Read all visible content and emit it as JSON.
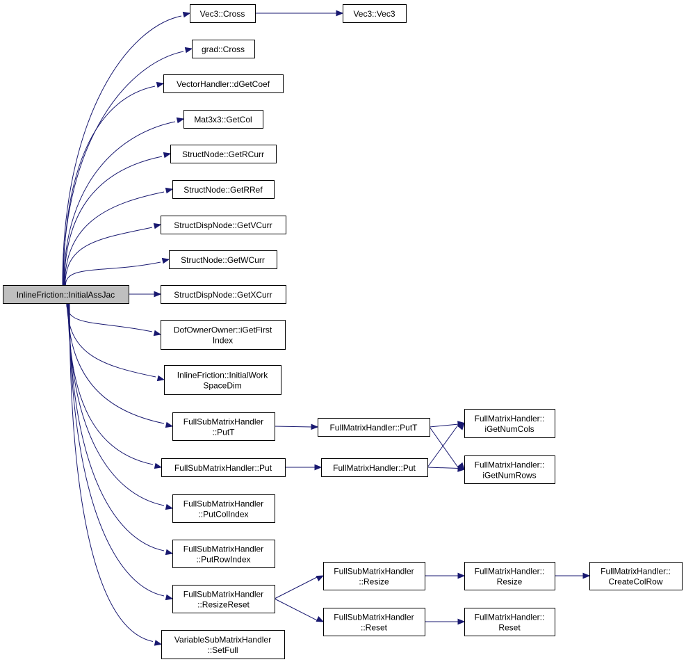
{
  "nodes": {
    "root": [
      "InlineFriction::InitialAssJac"
    ],
    "vec3_cross": [
      "Vec3::Cross"
    ],
    "vec3_vec3": [
      "Vec3::Vec3"
    ],
    "grad_cross": [
      "grad::Cross"
    ],
    "vh_dgetcoef": [
      "VectorHandler::dGetCoef"
    ],
    "mat_getcol": [
      "Mat3x3::GetCol"
    ],
    "sn_getrcurr": [
      "StructNode::GetRCurr"
    ],
    "sn_getrref": [
      "StructNode::GetRRef"
    ],
    "sdn_getvcurr": [
      "StructDispNode::GetVCurr"
    ],
    "sn_getwcurr": [
      "StructNode::GetWCurr"
    ],
    "sdn_getxcurr": [
      "StructDispNode::GetXCurr"
    ],
    "doo_igetfirst": [
      "DofOwnerOwner::iGetFirst",
      "Index"
    ],
    "if_initialwork": [
      "InlineFriction::InitialWork",
      "SpaceDim"
    ],
    "fsmh_putt": [
      "FullSubMatrixHandler",
      "::PutT"
    ],
    "fmh_putt": [
      "FullMatrixHandler::PutT"
    ],
    "fmh_igetnumcols": [
      "FullMatrixHandler::",
      "iGetNumCols"
    ],
    "fsmh_put": [
      "FullSubMatrixHandler::Put"
    ],
    "fmh_put": [
      "FullMatrixHandler::Put"
    ],
    "fmh_igetnumrows": [
      "FullMatrixHandler::",
      "iGetNumRows"
    ],
    "fsmh_putcolindex": [
      "FullSubMatrixHandler",
      "::PutColIndex"
    ],
    "fsmh_putrowindex": [
      "FullSubMatrixHandler",
      "::PutRowIndex"
    ],
    "fsmh_resizereset": [
      "FullSubMatrixHandler",
      "::ResizeReset"
    ],
    "fsmh_resize": [
      "FullSubMatrixHandler",
      "::Resize"
    ],
    "fmh_resize": [
      "FullMatrixHandler::",
      "Resize"
    ],
    "fmh_createcolrow": [
      "FullMatrixHandler::",
      "CreateColRow"
    ],
    "fsmh_reset": [
      "FullSubMatrixHandler",
      "::Reset"
    ],
    "fmh_reset": [
      "FullMatrixHandler::",
      "Reset"
    ],
    "vsmh_setfull": [
      "VariableSubMatrixHandler",
      "::SetFull"
    ]
  },
  "edges": [
    [
      "root",
      "vec3_cross"
    ],
    [
      "root",
      "grad_cross"
    ],
    [
      "root",
      "vh_dgetcoef"
    ],
    [
      "root",
      "mat_getcol"
    ],
    [
      "root",
      "sn_getrcurr"
    ],
    [
      "root",
      "sn_getrref"
    ],
    [
      "root",
      "sdn_getvcurr"
    ],
    [
      "root",
      "sn_getwcurr"
    ],
    [
      "root",
      "sdn_getxcurr"
    ],
    [
      "root",
      "doo_igetfirst"
    ],
    [
      "root",
      "if_initialwork"
    ],
    [
      "root",
      "fsmh_putt"
    ],
    [
      "root",
      "fsmh_put"
    ],
    [
      "root",
      "fsmh_putcolindex"
    ],
    [
      "root",
      "fsmh_putrowindex"
    ],
    [
      "root",
      "fsmh_resizereset"
    ],
    [
      "root",
      "vsmh_setfull"
    ],
    [
      "vec3_cross",
      "vec3_vec3"
    ],
    [
      "fsmh_putt",
      "fmh_putt"
    ],
    [
      "fmh_putt",
      "fmh_igetnumcols"
    ],
    [
      "fmh_putt",
      "fmh_igetnumrows"
    ],
    [
      "fsmh_put",
      "fmh_put"
    ],
    [
      "fmh_put",
      "fmh_igetnumcols"
    ],
    [
      "fmh_put",
      "fmh_igetnumrows"
    ],
    [
      "fsmh_resizereset",
      "fsmh_resize"
    ],
    [
      "fsmh_resizereset",
      "fsmh_reset"
    ],
    [
      "fsmh_resize",
      "fmh_resize"
    ],
    [
      "fmh_resize",
      "fmh_createcolrow"
    ],
    [
      "fsmh_reset",
      "fmh_reset"
    ]
  ],
  "colors": {
    "edge": "#191970",
    "root_fill": "#bfbfbf",
    "node_fill": "#ffffff",
    "border": "#000000"
  }
}
